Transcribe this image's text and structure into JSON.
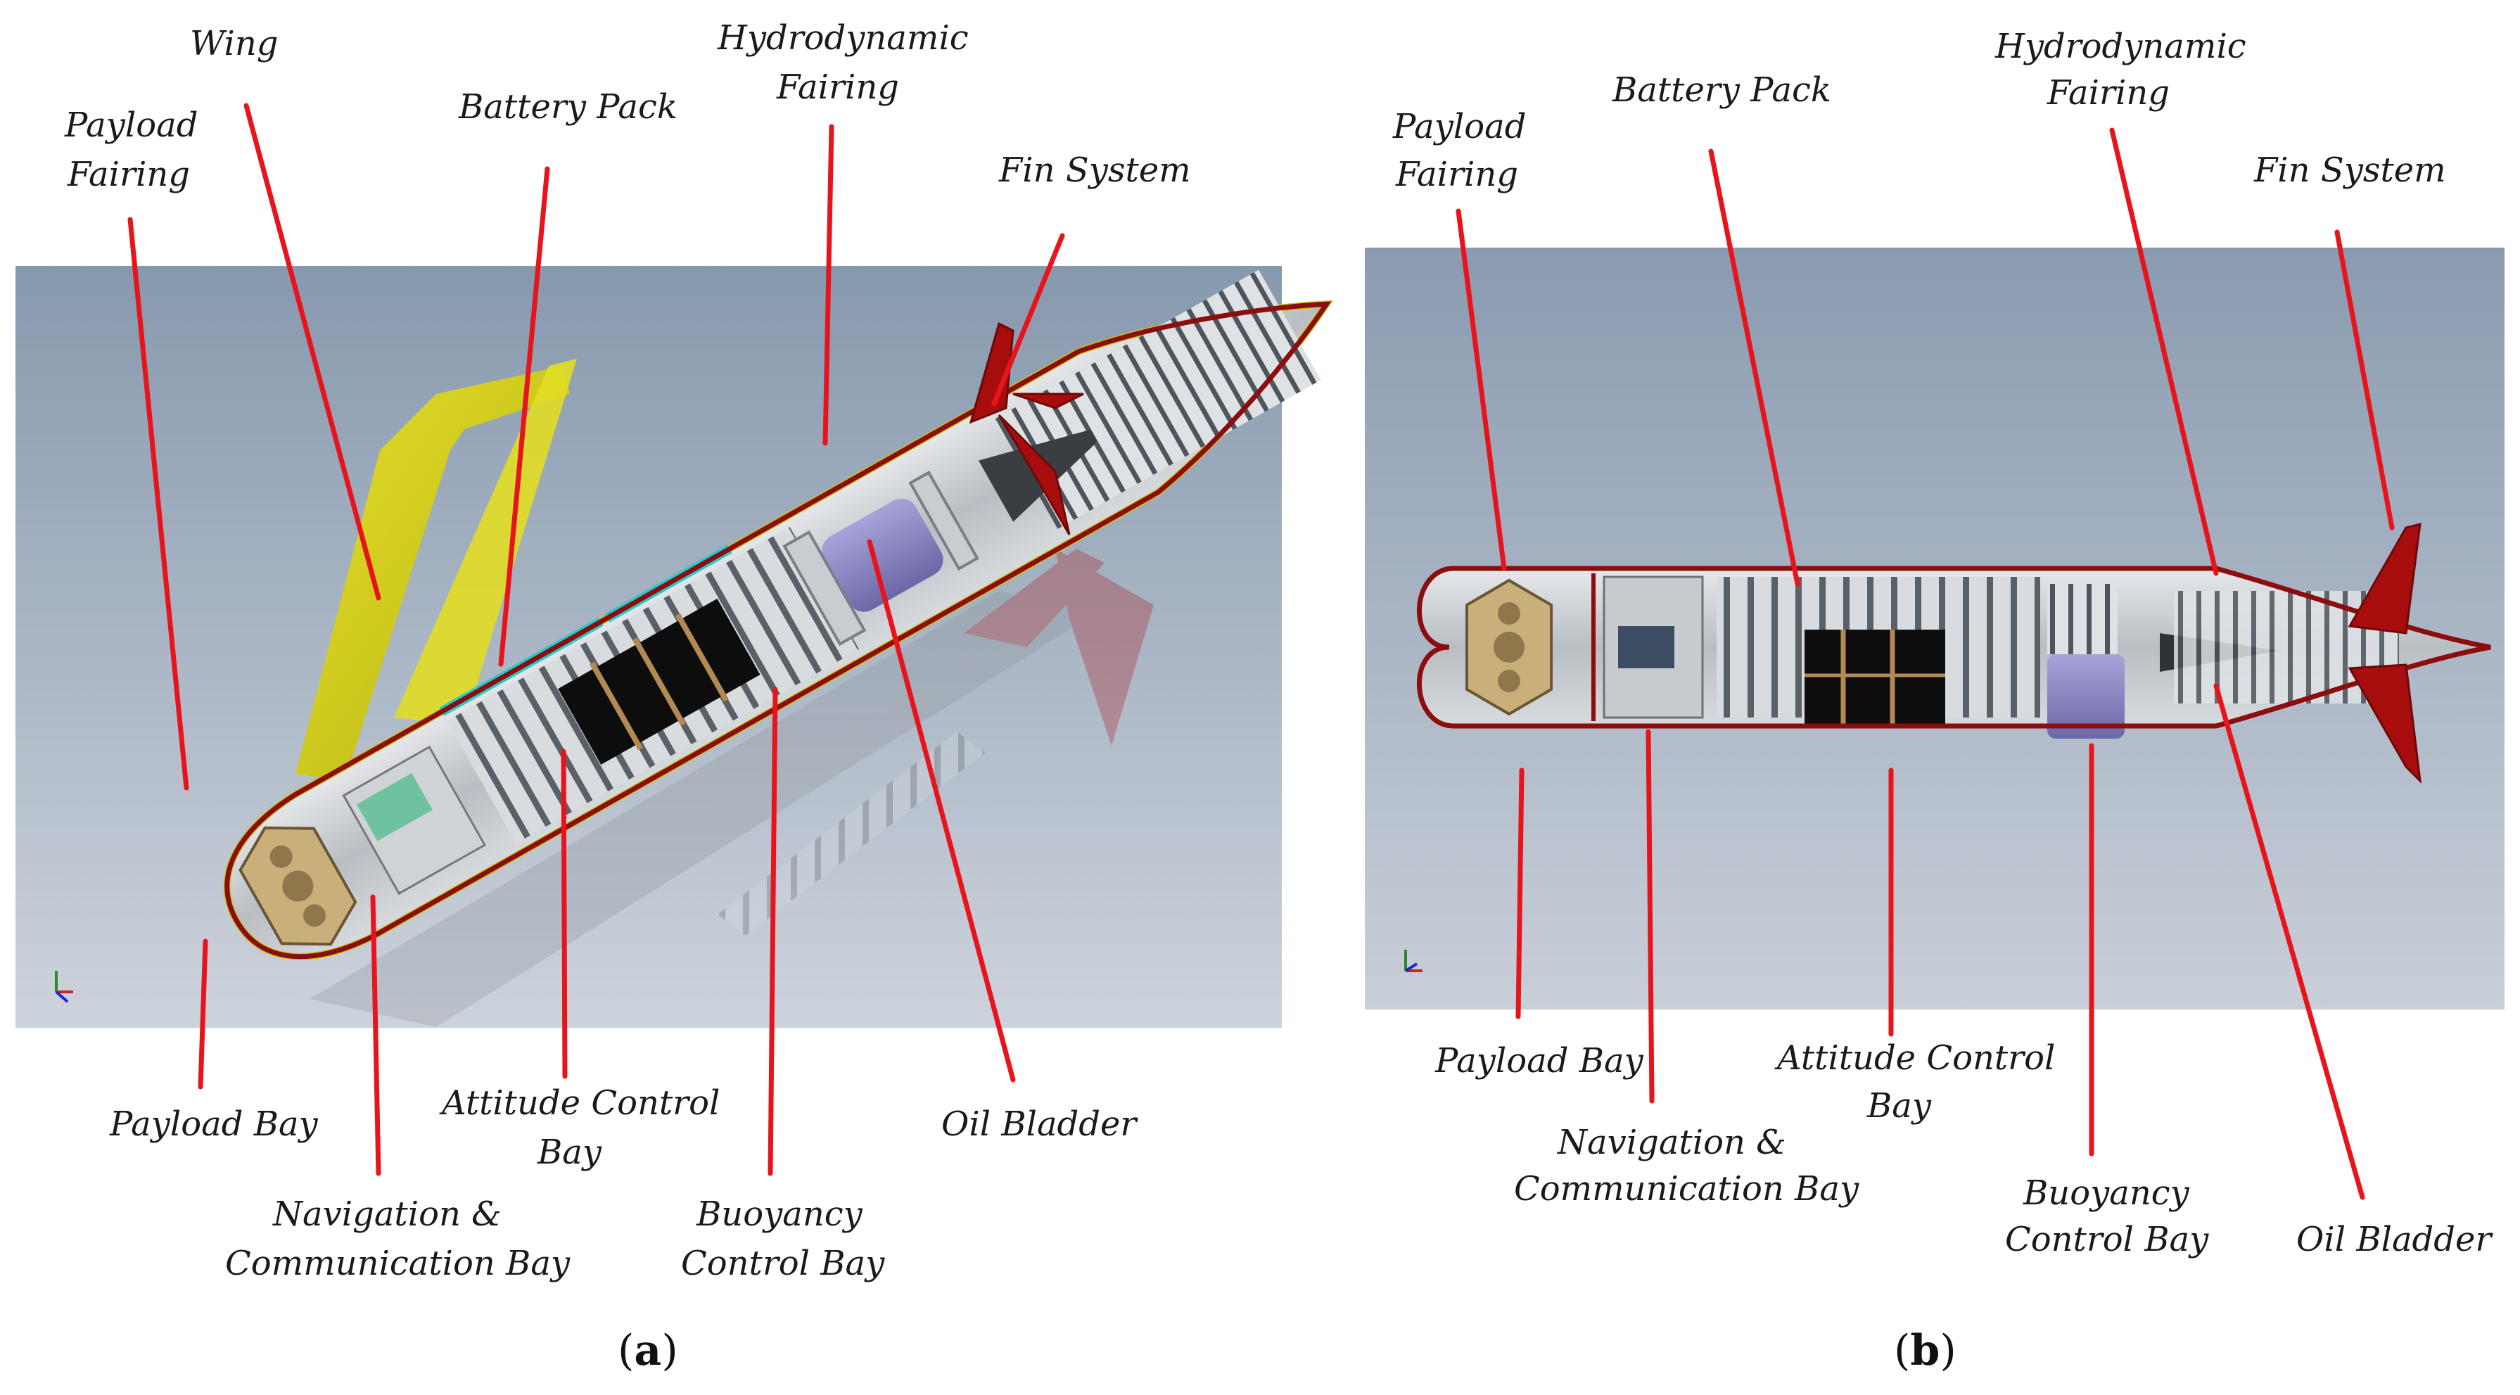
{
  "panel_a": {
    "marker_open": "(",
    "marker_letter": "a",
    "marker_close": ")",
    "labels": {
      "wing": "Wing",
      "payload_fairing_1": "Payload",
      "payload_fairing_2": "Fairing",
      "battery_pack": "Battery Pack",
      "hydrodynamic_fairing_1": "Hydrodynamic",
      "hydrodynamic_fairing_2": "Fairing",
      "fin_system": "Fin System",
      "payload_bay": "Payload Bay",
      "nav_comm_bay_1": "Navigation &",
      "nav_comm_bay_2": "Communication Bay",
      "attitude_control_bay_1": "Attitude Control",
      "attitude_control_bay_2": "Bay",
      "buoyancy_control_bay_1": "Buoyancy",
      "buoyancy_control_bay_2": "Control Bay",
      "oil_bladder": "Oil Bladder"
    }
  },
  "panel_b": {
    "marker_open": "(",
    "marker_letter": "b",
    "marker_close": ")",
    "labels": {
      "payload_fairing_1": "Payload",
      "payload_fairing_2": "Fairing",
      "battery_pack": "Battery Pack",
      "hydrodynamic_fairing_1": "Hydrodynamic",
      "hydrodynamic_fairing_2": "Fairing",
      "fin_system": "Fin System",
      "payload_bay": "Payload Bay",
      "nav_comm_bay_1": "Navigation &",
      "nav_comm_bay_2": "Communication Bay",
      "attitude_control_bay_1": "Attitude Control",
      "attitude_control_bay_2": "Bay",
      "buoyancy_control_bay_1": "Buoyancy",
      "buoyancy_control_bay_2": "Control Bay",
      "oil_bladder": "Oil Bladder"
    }
  },
  "colors": {
    "leader_line": "#e8141b",
    "hull_outline": "#8b0d0d",
    "fin": "#a80d0d",
    "wing": "#d6d21a",
    "accent_stripe": "#27c9c9",
    "battery": "#0d0d0d",
    "bladder": "#8a86c8",
    "background_top": "#8a9bb0",
    "background_bottom": "#c9cfd9"
  }
}
